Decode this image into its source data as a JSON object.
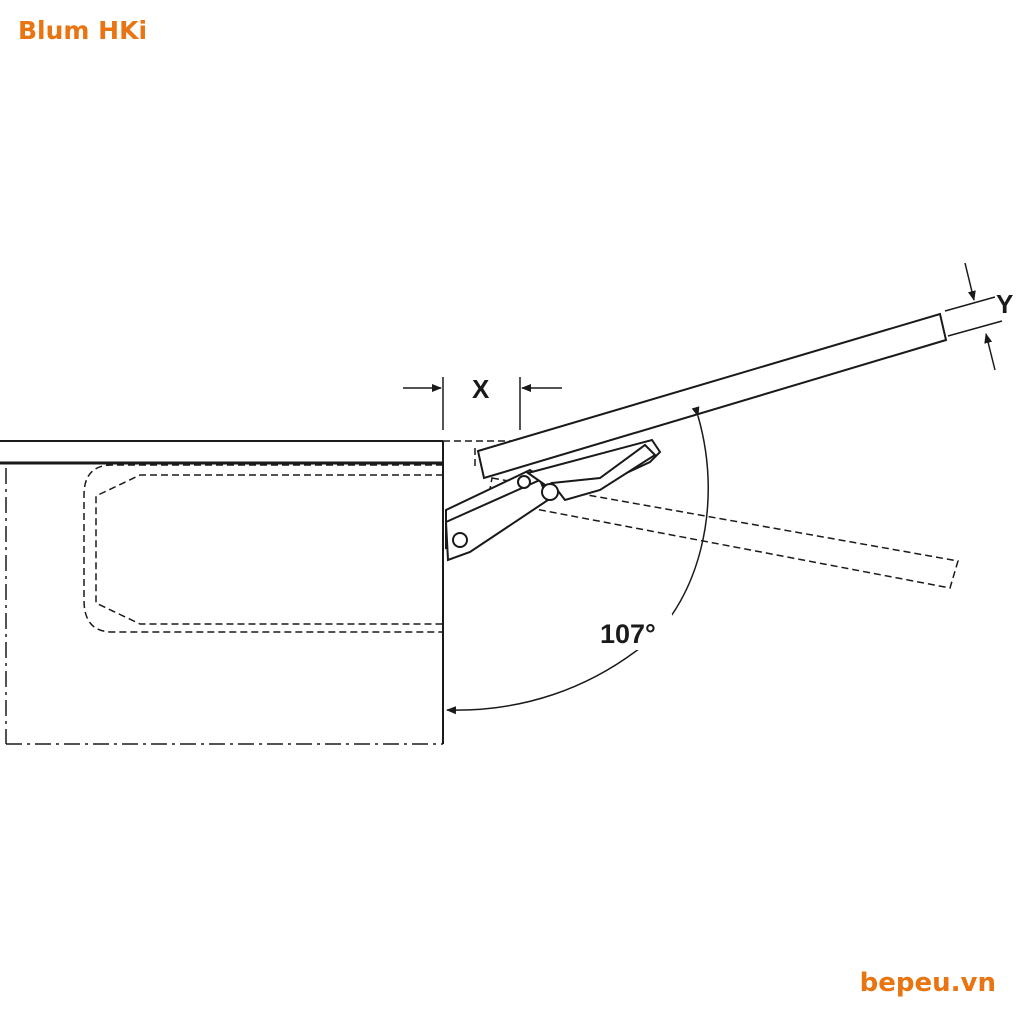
{
  "title": "Blum HKi",
  "website": "bepeu.vn",
  "labels": {
    "x_dimension": "X",
    "y_dimension": "Y",
    "opening_angle": "107°"
  },
  "colors": {
    "brand": "#e87511",
    "line": "#1a1a1a"
  }
}
